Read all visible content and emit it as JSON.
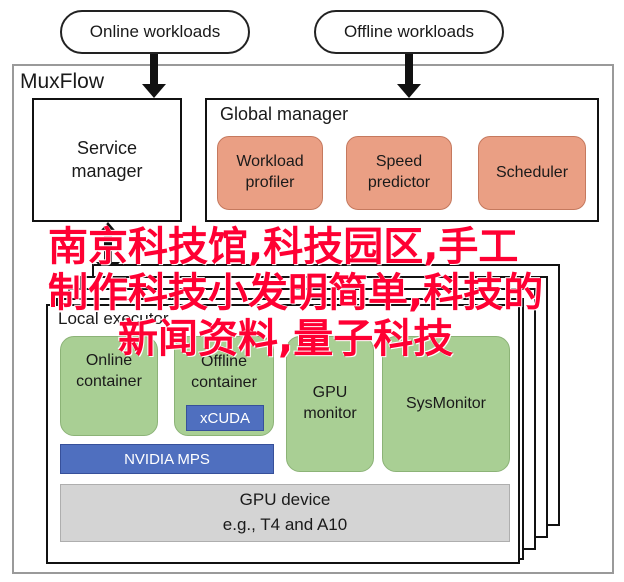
{
  "top": {
    "online_workloads": "Online workloads",
    "offline_workloads": "Offline workloads"
  },
  "muxflow": {
    "title": "MuxFlow",
    "service_manager": "Service\nmanager",
    "global_manager": {
      "title": "Global manager",
      "workload_profiler": "Workload\nprofiler",
      "speed_predictor": "Speed\npredictor",
      "scheduler": "Scheduler"
    }
  },
  "executor": {
    "title": "Local executor",
    "online_container": "Online\ncontainer",
    "offline_container": "Offline\ncontainer",
    "xcuda": "xCUDA",
    "gpu_monitor": "GPU\nmonitor",
    "sysmonitor": "SysMonitor",
    "nvidia_mps": "NVIDIA MPS",
    "gpu_device": "GPU device\ne.g., T4 and A10"
  },
  "watermark": {
    "line1": "南京科技馆,科技园区,手工",
    "line2": "制作科技小发明简单,科技的",
    "line3": "新闻资料,量子科技",
    "color": "#ff0033"
  }
}
